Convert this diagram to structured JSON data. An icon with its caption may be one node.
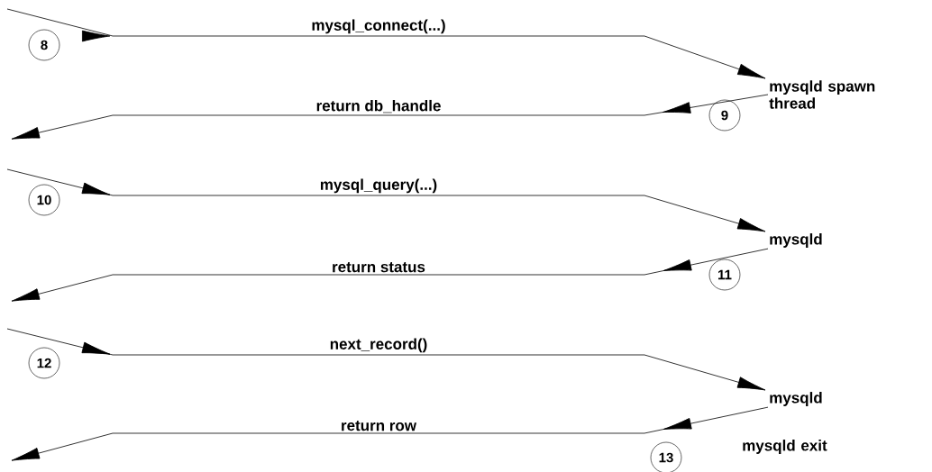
{
  "diagram": {
    "nodes": [
      {
        "text": [
          "8"
        ]
      },
      {
        "text": [
          "mysqld spawn thread"
        ]
      },
      {
        "text": [
          "9"
        ]
      },
      {
        "text": [
          "10"
        ]
      },
      {
        "text": [
          "mysqld"
        ]
      },
      {
        "text": [
          "11"
        ]
      },
      {
        "text": [
          "12"
        ]
      },
      {
        "text": [
          "mysqld"
        ]
      },
      {
        "text": [
          "13"
        ]
      },
      {
        "text": [
          "mysqld exit"
        ]
      }
    ],
    "edges": [
      {
        "from": null,
        "to": 1,
        "arrow": "to",
        "label": "mysql_connect(...)"
      },
      {
        "from": 1,
        "to": null,
        "arrow": "to",
        "label": "return db_handle"
      },
      {
        "from": null,
        "to": 4,
        "arrow": "to",
        "label": "mysql_query(...)"
      },
      {
        "from": 4,
        "to": null,
        "arrow": "to",
        "label": "return status"
      },
      {
        "from": null,
        "to": 7,
        "arrow": "to",
        "label": "next_record()"
      },
      {
        "from": 7,
        "to": null,
        "arrow": "to",
        "label": "return row"
      }
    ]
  }
}
